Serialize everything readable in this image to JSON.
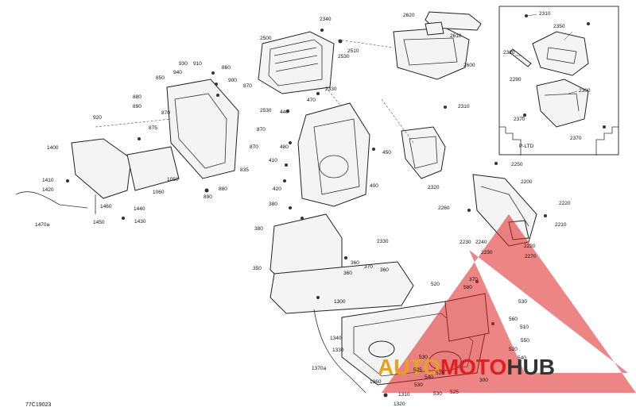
{
  "diagram": {
    "reference_code": "77C19023",
    "inset_label": "P-LTD",
    "callouts": [
      {
        "id": "c2340",
        "text": "2340"
      },
      {
        "id": "c2620",
        "text": "2620"
      },
      {
        "id": "c2610",
        "text": "2610"
      },
      {
        "id": "c2310a",
        "text": "2310"
      },
      {
        "id": "c2350",
        "text": "2350"
      },
      {
        "id": "c2320a",
        "text": "2320"
      },
      {
        "id": "c2290",
        "text": "2290"
      },
      {
        "id": "c2300",
        "text": "2300"
      },
      {
        "id": "c2370a",
        "text": "2370"
      },
      {
        "id": "c2370b",
        "text": "2370"
      },
      {
        "id": "c2500",
        "text": "2500"
      },
      {
        "id": "c2510",
        "text": "2510"
      },
      {
        "id": "c2530a",
        "text": "2530"
      },
      {
        "id": "c2600",
        "text": "2600"
      },
      {
        "id": "c2330a",
        "text": "2330"
      },
      {
        "id": "c2530b",
        "text": "2530"
      },
      {
        "id": "c2310b",
        "text": "2310"
      },
      {
        "id": "c470",
        "text": "470"
      },
      {
        "id": "c440",
        "text": "440"
      },
      {
        "id": "c480",
        "text": "480"
      },
      {
        "id": "c450",
        "text": "450"
      },
      {
        "id": "c410",
        "text": "410"
      },
      {
        "id": "c420",
        "text": "420"
      },
      {
        "id": "c400",
        "text": "400"
      },
      {
        "id": "c2320b",
        "text": "2320"
      },
      {
        "id": "c2250",
        "text": "2250"
      },
      {
        "id": "c2200",
        "text": "2200"
      },
      {
        "id": "c2220a",
        "text": "2220"
      },
      {
        "id": "c2210",
        "text": "2210"
      },
      {
        "id": "c2260",
        "text": "2260"
      },
      {
        "id": "c2230a",
        "text": "2230"
      },
      {
        "id": "c2240",
        "text": "2240"
      },
      {
        "id": "c2230b",
        "text": "2230"
      },
      {
        "id": "c2220b",
        "text": "2220"
      },
      {
        "id": "c2270",
        "text": "2270"
      },
      {
        "id": "c930",
        "text": "930"
      },
      {
        "id": "c910",
        "text": "910"
      },
      {
        "id": "c940",
        "text": "940"
      },
      {
        "id": "c860",
        "text": "860"
      },
      {
        "id": "c850",
        "text": "850"
      },
      {
        "id": "c900",
        "text": "900"
      },
      {
        "id": "c880",
        "text": "880"
      },
      {
        "id": "c890",
        "text": "890"
      },
      {
        "id": "c870a",
        "text": "870"
      },
      {
        "id": "c870b",
        "text": "870"
      },
      {
        "id": "c920",
        "text": "920"
      },
      {
        "id": "c875",
        "text": "875"
      },
      {
        "id": "c870c",
        "text": "870"
      },
      {
        "id": "c870d",
        "text": "870"
      },
      {
        "id": "c835",
        "text": "835"
      },
      {
        "id": "c1400",
        "text": "1400"
      },
      {
        "id": "c1410",
        "text": "1410"
      },
      {
        "id": "c1420",
        "text": "1420"
      },
      {
        "id": "c1050",
        "text": "1050"
      },
      {
        "id": "c1060",
        "text": "1060"
      },
      {
        "id": "c880b",
        "text": "880"
      },
      {
        "id": "c890b",
        "text": "890"
      },
      {
        "id": "c1460",
        "text": "1460"
      },
      {
        "id": "c1440",
        "text": "1440"
      },
      {
        "id": "c1430",
        "text": "1430"
      },
      {
        "id": "c1450",
        "text": "1450"
      },
      {
        "id": "c1470a",
        "text": "1470a"
      },
      {
        "id": "c380a",
        "text": "380"
      },
      {
        "id": "c380b",
        "text": "380"
      },
      {
        "id": "c2330b",
        "text": "2330"
      },
      {
        "id": "c350",
        "text": "350"
      },
      {
        "id": "c360a",
        "text": "360"
      },
      {
        "id": "c370a",
        "text": "370"
      },
      {
        "id": "c360b",
        "text": "360"
      },
      {
        "id": "c360c",
        "text": "360"
      },
      {
        "id": "c520a",
        "text": "520"
      },
      {
        "id": "c370b",
        "text": "370"
      },
      {
        "id": "c580",
        "text": "580"
      },
      {
        "id": "c530a",
        "text": "530"
      },
      {
        "id": "c560",
        "text": "560"
      },
      {
        "id": "c510",
        "text": "510"
      },
      {
        "id": "c550",
        "text": "550"
      },
      {
        "id": "c1300",
        "text": "1300"
      },
      {
        "id": "c520b",
        "text": "520"
      },
      {
        "id": "c540a",
        "text": "540"
      },
      {
        "id": "c1340",
        "text": "1340"
      },
      {
        "id": "c1330",
        "text": "1330"
      },
      {
        "id": "c1370a",
        "text": "1370a"
      },
      {
        "id": "c530b",
        "text": "530"
      },
      {
        "id": "c525a",
        "text": "525"
      },
      {
        "id": "c540b",
        "text": "540"
      },
      {
        "id": "c525b",
        "text": "525"
      },
      {
        "id": "c300",
        "text": "300"
      },
      {
        "id": "c1360",
        "text": "1360"
      },
      {
        "id": "c530c",
        "text": "530"
      },
      {
        "id": "c1310",
        "text": "1310"
      },
      {
        "id": "c530d",
        "text": "530"
      },
      {
        "id": "c525c",
        "text": "525"
      },
      {
        "id": "c1320",
        "text": "1320"
      }
    ]
  },
  "watermark": {
    "brand_part1": "AUTO",
    "brand_part2": "MOTO",
    "brand_part3": "HUB",
    "color_red": "#e02020",
    "color_orange": "#e8a020",
    "color_dark": "#333333"
  }
}
